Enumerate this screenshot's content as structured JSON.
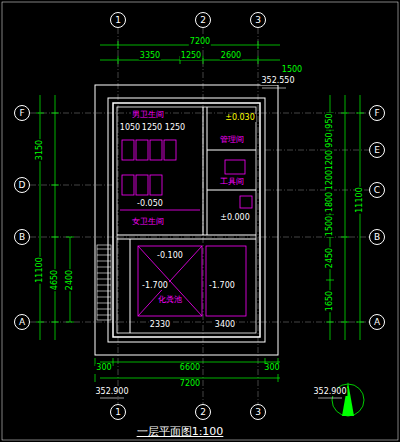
{
  "diagram": {
    "title": "一层平面图1:100",
    "nodes": [
      {
        "text": [
          "1"
        ]
      },
      {
        "text": [
          "2"
        ]
      },
      {
        "text": [
          "3"
        ]
      },
      {
        "text": [
          "1"
        ]
      },
      {
        "text": [
          "2"
        ]
      },
      {
        "text": [
          "3"
        ]
      },
      {
        "text": [
          "F"
        ]
      },
      {
        "text": [
          "D"
        ]
      },
      {
        "text": [
          "B"
        ]
      },
      {
        "text": [
          "A"
        ]
      },
      {
        "text": [
          "F"
        ]
      },
      {
        "text": [
          "E"
        ]
      },
      {
        "text": [
          "C"
        ]
      },
      {
        "text": [
          "B"
        ]
      },
      {
        "text": [
          "A"
        ]
      }
    ],
    "labels": [
      "7200",
      "3350",
      "1250",
      "2600",
      "1500",
      "1050",
      "1250",
      "1250",
      "±0.030",
      "-0.050",
      "±0.000",
      "-0.100",
      "-1.700",
      "-1.700",
      "2330",
      "3400",
      "300",
      "6600",
      "300",
      "7200",
      "3150",
      "11100",
      "4650",
      "2400",
      "950",
      "950",
      "1200",
      "1200",
      "1800",
      "1500",
      "2450",
      "1650",
      "11100",
      "352.550",
      "352.900",
      "352.900",
      "男卫生间",
      "女卫生间",
      "管理间",
      "工具间",
      "化粪池"
    ]
  }
}
